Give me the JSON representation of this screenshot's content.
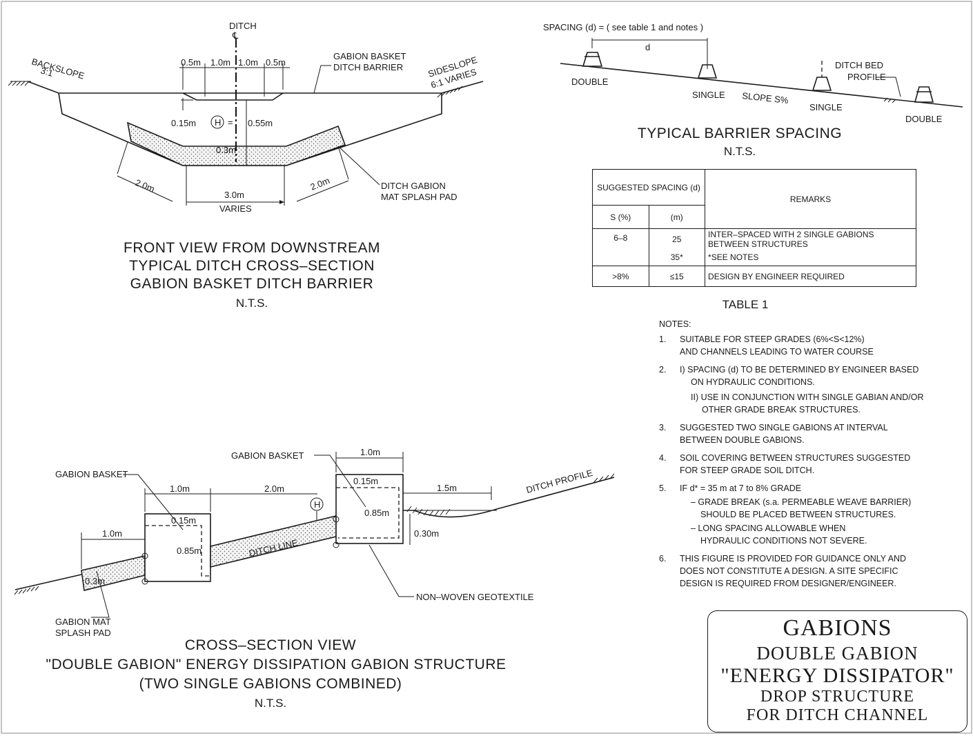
{
  "front_view": {
    "ditch_label": "DITCH",
    "centerline_symbol": "℄",
    "backslope_label": "BACKSLOPE",
    "backslope_ratio": "3:1",
    "sideslope_label": "SIDESLOPE",
    "sideslope_ratio": "6:1 VARIES",
    "barrier_label_1": "GABION BASKET",
    "barrier_label_2": "DITCH BARRIER",
    "dim_05_left": "0.5m",
    "dim_10_left": "1.0m",
    "dim_10_right": "1.0m",
    "dim_05_right": "0.5m",
    "dim_015": "0.15m",
    "h_symbol": "H",
    "h_eq": "=",
    "dim_055": "0.55m",
    "dim_03": "0.3m",
    "dim_20_left": "2.0m",
    "dim_20_right": "2.0m",
    "dim_30": "3.0m",
    "varies": "VARIES",
    "pad_label_1": "DITCH GABION",
    "pad_label_2": "MAT SPLASH PAD",
    "title_1": "FRONT VIEW FROM DOWNSTREAM",
    "title_2": "TYPICAL DITCH CROSS–SECTION",
    "title_3": "GABION BASKET DITCH BARRIER",
    "nts": "N.T.S."
  },
  "spacing_view": {
    "spacing_label": "SPACING (d) = ( see table 1 and notes )",
    "d_label": "d",
    "double_left": "DOUBLE",
    "single_1": "SINGLE",
    "slope_label": "SLOPE S%",
    "single_2": "SINGLE",
    "ditch_bed_1": "DITCH BED",
    "ditch_bed_2": "PROFILE",
    "double_right": "DOUBLE",
    "title": "TYPICAL BARRIER SPACING",
    "nts": "N.T.S."
  },
  "table": {
    "head_spacing": "SUGGESTED SPACING (d)",
    "head_remarks": "REMARKS",
    "head_s": "S (%)",
    "head_m": "(m)",
    "r1_s": "6–8",
    "r1_m": "25",
    "r1_remark": "INTER–SPACED WITH 2 SINGLE GABIONS BETWEEN STRUCTURES",
    "r2_m": "35*",
    "r2_remark": "*SEE NOTES",
    "r3_s": ">8%",
    "r3_m": "≤15",
    "r3_remark": "DESIGN BY ENGINEER REQUIRED",
    "caption": "TABLE 1"
  },
  "notes": {
    "heading": "NOTES:",
    "n1_num": "1.",
    "n1_a": "SUITABLE FOR STEEP GRADES (6%<S<12%)",
    "n1_b": "AND CHANNELS LEADING TO WATER COURSE",
    "n2_num": "2.",
    "n2_a": "I) SPACING (d) TO BE DETERMINED BY ENGINEER BASED",
    "n2_b": "ON HYDRAULIC CONDITIONS.",
    "n2_c": "II) USE IN CONJUNCTION WITH SINGLE GABIAN AND/OR",
    "n2_d": "OTHER GRADE BREAK STRUCTURES.",
    "n3_num": "3.",
    "n3_a": "SUGGESTED TWO SINGLE GABIONS AT INTERVAL",
    "n3_b": "BETWEEN DOUBLE GABIONS.",
    "n4_num": "4.",
    "n4_a": "SOIL COVERING BETWEEN STRUCTURES SUGGESTED",
    "n4_b": "FOR STEEP GRADE SOIL DITCH.",
    "n5_num": "5.",
    "n5_a": "IF d* = 35 m at 7 to 8% GRADE",
    "n5_b": "– GRADE BREAK (s.a. PERMEABLE WEAVE BARRIER)",
    "n5_c": "SHOULD BE PLACED BETWEEN STRUCTURES.",
    "n5_d": "– LONG SPACING ALLOWABLE WHEN",
    "n5_e": "HYDRAULIC CONDITIONS NOT SEVERE.",
    "n6_num": "6.",
    "n6_a": "THIS FIGURE IS PROVIDED FOR GUIDANCE ONLY AND",
    "n6_b": "DOES NOT CONSTITUTE A DESIGN.  A SITE SPECIFIC",
    "n6_c": "DESIGN IS REQUIRED FROM DESIGNER/ENGINEER."
  },
  "cross_section": {
    "gabion_basket_top": "GABION BASKET",
    "gabion_basket_left": "GABION BASKET",
    "dim_10_top": "1.0m",
    "dim_015_right": "0.15m",
    "dim_15": "1.5m",
    "ditch_profile": "DITCH PROFILE",
    "dim_10_mid": "1.0m",
    "dim_20": "2.0m",
    "h_symbol": "H",
    "dim_085_right": "0.85m",
    "dim_030": "0.30m",
    "dim_10_left": "1.0m",
    "dim_015_left": "0.15m",
    "dim_085_left": "0.85m",
    "ditch_line": "DITCH LINE",
    "dim_03": "0.3m",
    "pad_1": "GABION MAT",
    "pad_2": "SPLASH PAD",
    "geotextile": "NON–WOVEN GEOTEXTILE",
    "title_1": "CROSS–SECTION VIEW",
    "title_2": "\"DOUBLE GABION\" ENERGY DISSIPATION GABION STRUCTURE",
    "title_3": "(TWO SINGLE GABIONS COMBINED)",
    "nts": "N.T.S."
  },
  "title_block": {
    "line1": "GABIONS",
    "line2": "DOUBLE GABION",
    "line3": "\"ENERGY DISSIPATOR\"",
    "line4": "DROP STRUCTURE",
    "line5": "FOR DITCH CHANNEL"
  }
}
